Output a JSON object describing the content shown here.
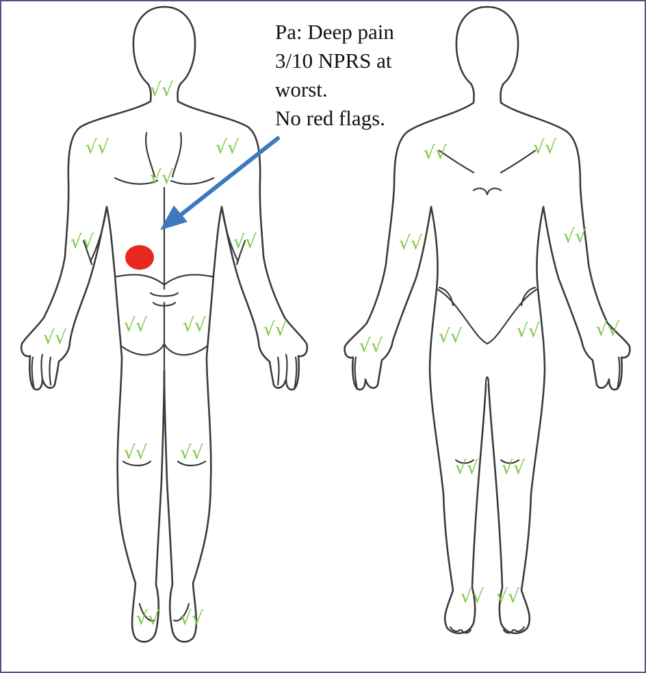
{
  "annotation": {
    "lines": [
      "Pa: Deep pain",
      "3/10 NPRS at",
      "worst.",
      "No red flags."
    ]
  },
  "check_mark": "√√",
  "colors": {
    "check_marks": "#7dc843",
    "pain_area": "#e8281e",
    "arrow": "#3d78be",
    "frame_border": "#5b4a8f"
  },
  "pain": {
    "intensity": 3,
    "max": 10,
    "scale": "NPRS"
  }
}
